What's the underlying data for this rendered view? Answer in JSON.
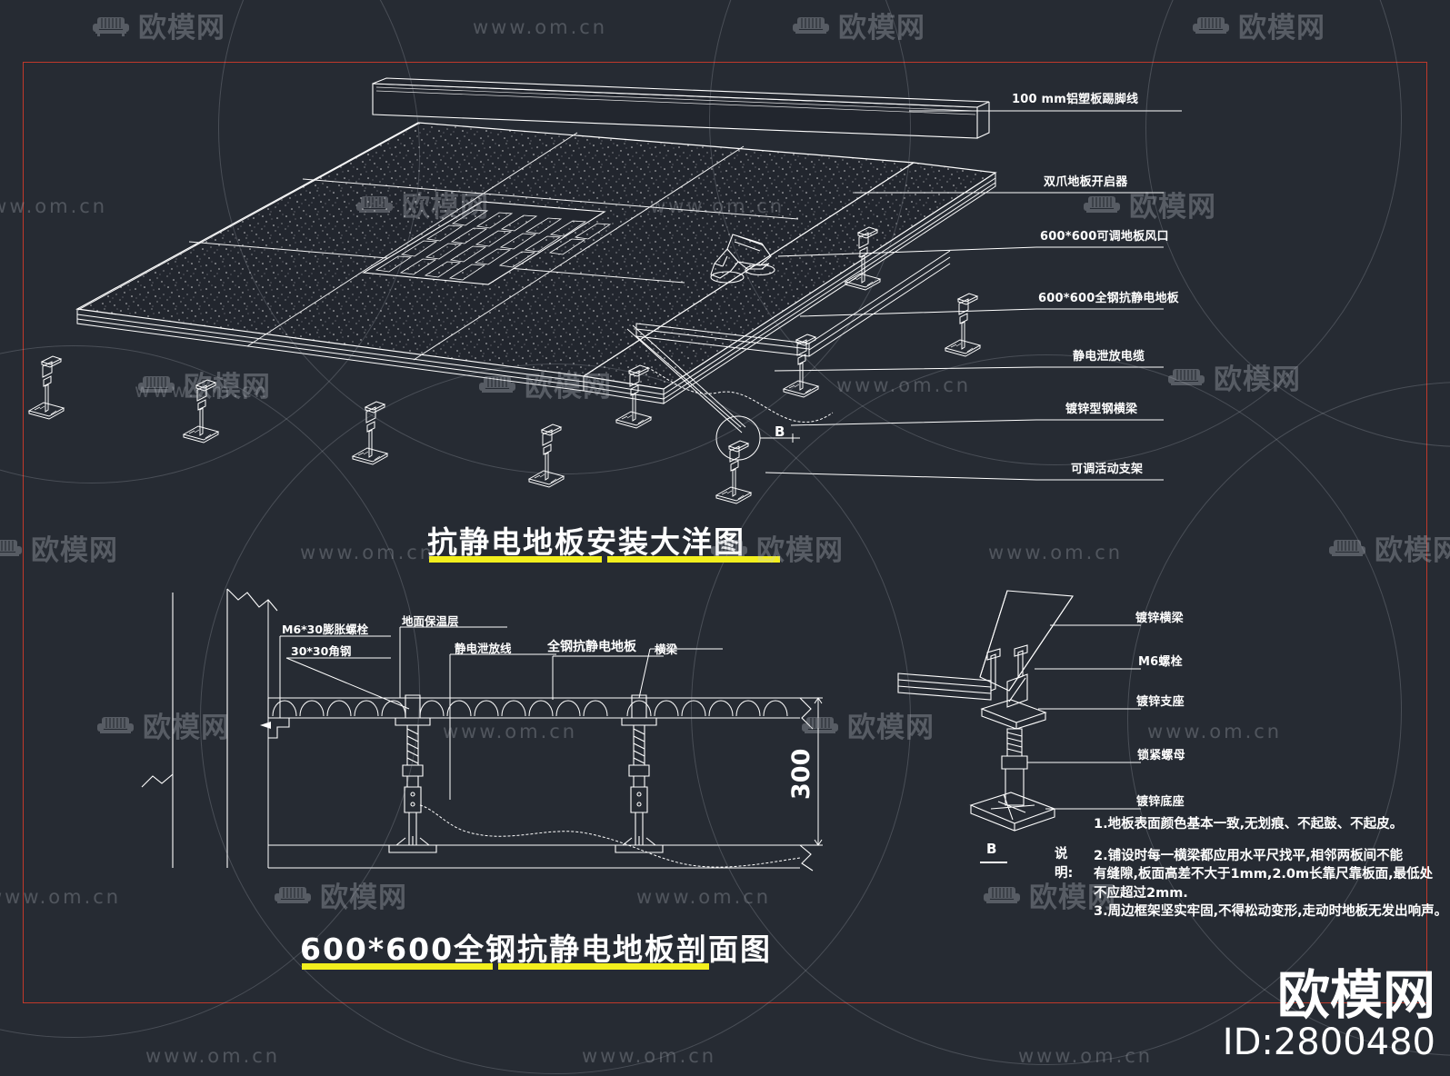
{
  "meta": {
    "background_color": "#262b33",
    "frame_color": "#c0392b",
    "line_color": "#ffffff",
    "title_underline_color": "#f2ef1d"
  },
  "watermark": {
    "logo_text": "欧模网",
    "url_text": "www.om.cn",
    "brand_big": "欧模网",
    "id_text": "ID:2800480"
  },
  "isometric_view": {
    "title": "抗静电地板安装大洋图",
    "callout_mark": "B",
    "leader_labels": [
      {
        "text": "100 mm铝塑板踢脚线"
      },
      {
        "text": "双爪地板开启器"
      },
      {
        "text": "600*600可调地板风口"
      },
      {
        "text": "600*600全钢抗静电地板"
      },
      {
        "text": "静电泄放电缆"
      },
      {
        "text": "镀锌型钢横梁"
      },
      {
        "text": "可调活动支架"
      }
    ]
  },
  "section_view": {
    "title": "600*600全钢抗静电地板剖面图",
    "dimension": "300",
    "labels": [
      {
        "text": "M6*30膨胀螺栓"
      },
      {
        "text": "30*30角钢"
      },
      {
        "text": "地面保温层"
      },
      {
        "text": "静电泄放线"
      },
      {
        "text": "全钢抗静电地板"
      },
      {
        "text": "横梁"
      }
    ]
  },
  "pedestal_detail": {
    "mark": "B",
    "labels": [
      {
        "text": "镀锌横梁"
      },
      {
        "text": "M6螺栓"
      },
      {
        "text": "镀锌支座"
      },
      {
        "text": "锁紧螺母"
      },
      {
        "text": "镀锌底座"
      }
    ]
  },
  "notes": {
    "kicker_line1": "说",
    "kicker_line2": "明:",
    "items": [
      "1.地板表面颜色基本一致,无划痕、不起鼓、不起皮。",
      "2.铺设时每一横梁都应用水平尺找平,相邻两板间不能",
      "有缝隙,板面高差不大于1mm,2.0m长靠尺靠板面,最低处",
      "不应超过2mm.",
      "3.周边框架坚实牢固,不得松动变形,走动时地板无发出响声。"
    ]
  }
}
